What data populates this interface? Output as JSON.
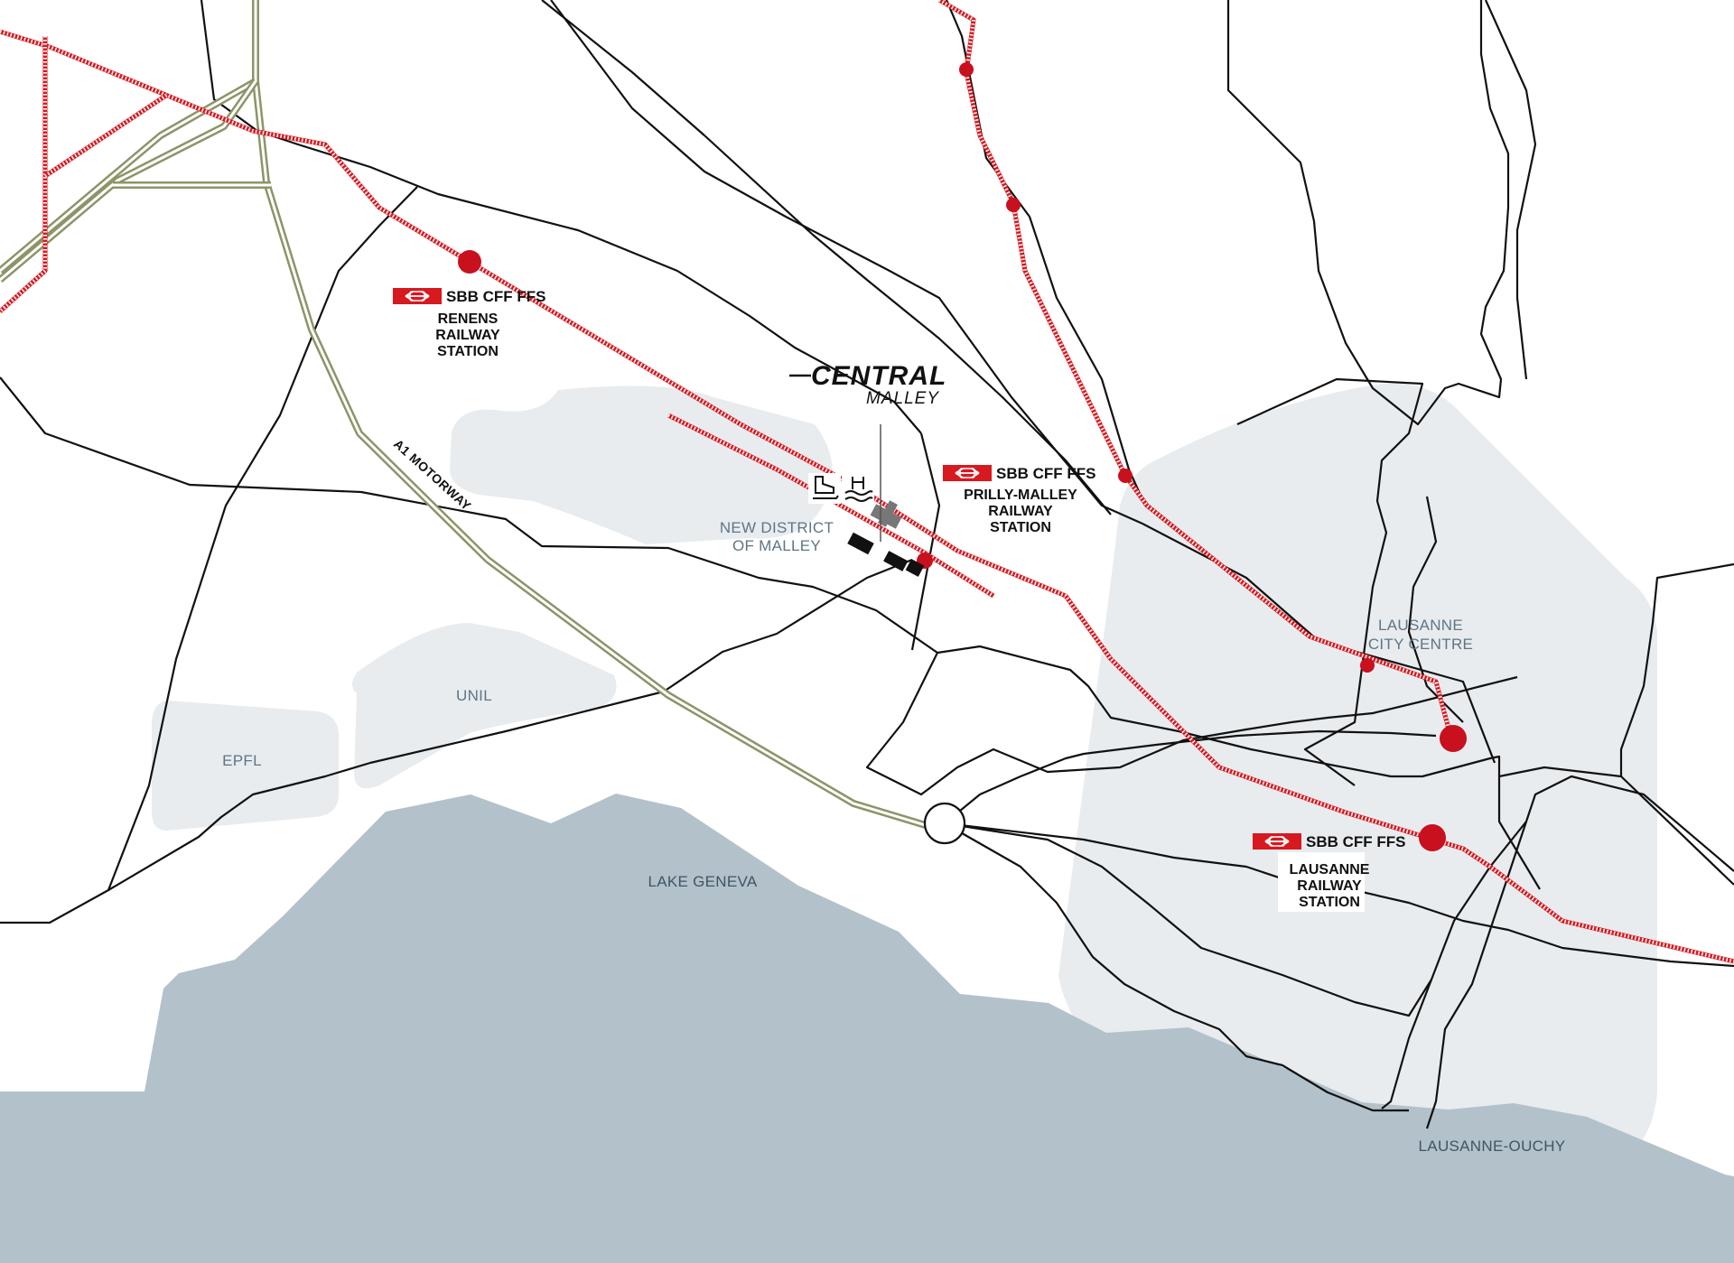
{
  "map": {
    "colors": {
      "lake": "#b3c1ca",
      "district_area": "#e8ecef",
      "road": "#111111",
      "rail": "#d71920",
      "motorway": "#8d9468",
      "station_dot": "#c8101e"
    },
    "logo": {
      "main": "CENTRAL",
      "sub": "MALLEY"
    },
    "areas": {
      "malley": [
        "NEW DISTRICT",
        "OF MALLEY"
      ],
      "unil": "UNIL",
      "epfl": "EPFL",
      "lausanne_centre": [
        "LAUSANNE",
        "CITY CENTRE"
      ],
      "lake": "LAKE GENEVA",
      "ouchy": "LAUSANNE-OUCHY"
    },
    "motorway_label": "A1 MOTORWAY",
    "sbb_badge_text": "SBB CFF FFS",
    "sbb_logo_icon": "sbb-logo-icon",
    "stations": {
      "renens": [
        "RENENS",
        "RAILWAY",
        "STATION"
      ],
      "prilly": [
        "PRILLY-MALLEY",
        "RAILWAY",
        "STATION"
      ],
      "lausanne": [
        "LAUSANNE",
        "RAILWAY",
        "STATION"
      ]
    },
    "icons": [
      "ice-skate-icon",
      "swimming-pool-icon"
    ]
  }
}
